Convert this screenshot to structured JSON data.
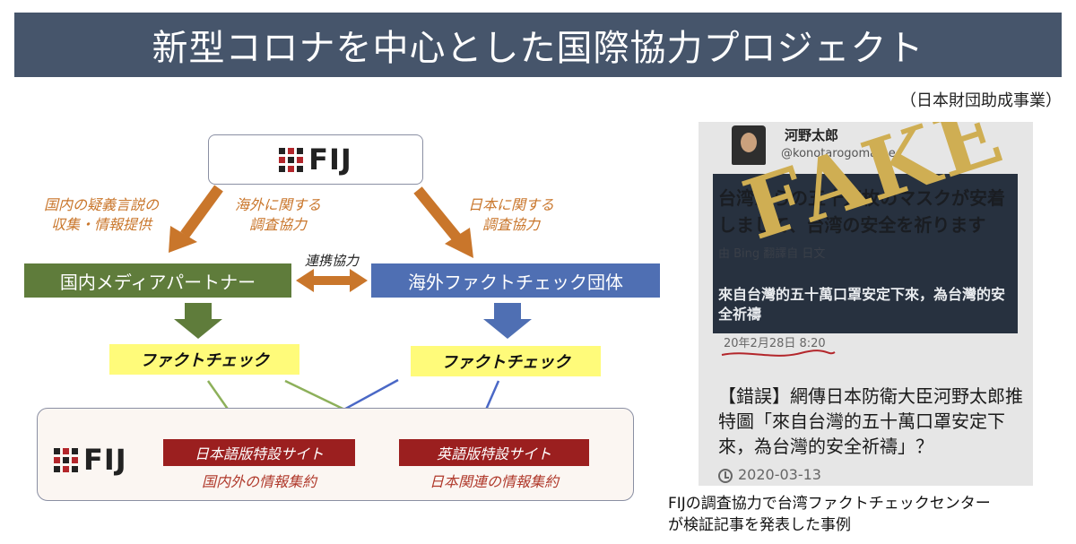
{
  "header": {
    "title": "新型コロナを中心とした国際協力プロジェクト",
    "subtitle": "（日本財団助成事業）"
  },
  "logo_text": "FIJ",
  "labels": {
    "left_top": [
      "国内の疑義言説の",
      "収集・情報提供"
    ],
    "center_top": [
      "海外に関する",
      "調査協力"
    ],
    "right_top": [
      "日本に関する",
      "調査協力"
    ],
    "renkei": "連携協力"
  },
  "boxes": {
    "domestic_media": "国内メディアパートナー",
    "overseas_fc": "海外ファクトチェック団体",
    "factcheck_left": "ファクトチェック",
    "factcheck_right": "ファクトチェック"
  },
  "sites": {
    "japanese": {
      "label": "日本語版特設サイト",
      "sub": "国内外の情報集約"
    },
    "english": {
      "label": "英語版特設サイト",
      "sub": "日本関連の情報集約"
    }
  },
  "photo": {
    "name": "河野太郎",
    "handle": "@konotarogomame",
    "tweet": "台湾からの五十万枚のマスクが安着しまして、台湾の安全を祈ります",
    "small_line": "由 Bing 翻譯自 日文",
    "tweet_zh": "來自台灣的五十萬口罩安定下來，為台灣的安全祈禱",
    "stamp": "FAKE",
    "tweet_date": "20年2月28日 8:20",
    "headline": "【錯誤】網傳日本防衛大臣河野太郎推特圖「來自台灣的五十萬口罩安定下來，為台灣的安全祈禱」？",
    "timestamp": "2020-03-13"
  },
  "caption": [
    "FIJの調査協力で台湾ファクトチェックセンター",
    "が検証記事を発表した事例"
  ],
  "colors": {
    "title_bg": "#46556b",
    "orange": "#c9762b",
    "green": "#5f7c3b",
    "blue": "#4f6fb3",
    "yellow": "#fffb7a",
    "red": "#9b1f1f",
    "arrow_green": "#8db05a",
    "arrow_blue": "#4a68c6"
  }
}
